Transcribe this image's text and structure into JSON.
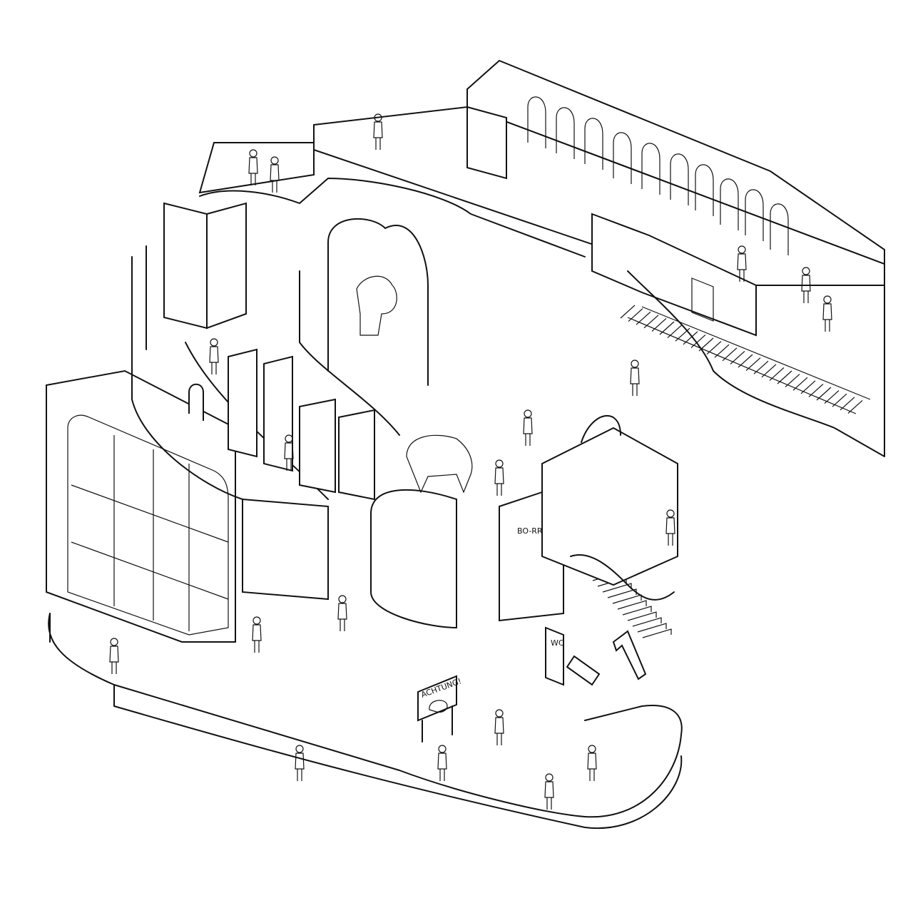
{
  "illustration": {
    "signs": {
      "warning_sign": "ACHTUNG!",
      "bar_sign": "BO-RR",
      "restroom_sign": "WC"
    },
    "colors": {
      "line": "#111111",
      "background": "#ffffff"
    }
  }
}
